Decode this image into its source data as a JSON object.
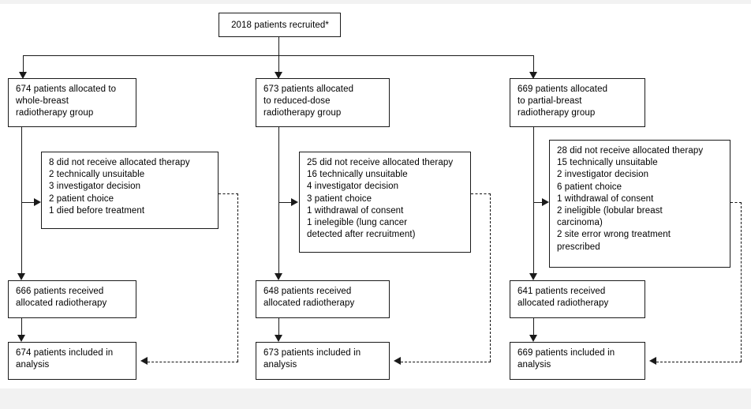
{
  "diagram": {
    "type": "consort-flow",
    "title": "CONSORT trial profile",
    "colors": {
      "line": "#1a1a1a",
      "box_border": "#1a1a1a",
      "background": "#ffffff",
      "page": "#f2f2f2"
    },
    "enrollment": {
      "recruited_box": "2018 patients recruited*"
    },
    "arms": [
      {
        "id": "whole-breast",
        "allocated": "674 patients allocated to\n   whole-breast\n   radiotherapy group",
        "exclusions": "8 did not receive allocated therapy\n   2 technically unsuitable\n   3 investigator decision\n   2 patient choice\n   1 died before treatment",
        "received": "666 patients received\n        allocated radiotherapy",
        "analysed": "674 patients included in\n       analysis"
      },
      {
        "id": "reduced-dose",
        "allocated": "673 patients allocated\n     to reduced-dose\n     radiotherapy group",
        "exclusions": "25 did not receive allocated therapy\n   16 technically unsuitable\n     4 investigator decision\n     3 patient choice\n     1 withdrawal of consent\n     1 inelegible (lung cancer\n     detected after recruitment)",
        "received": "648 patients received\n        allocated radiotherapy",
        "analysed": "673 patients included in\n       analysis"
      },
      {
        "id": "partial-breast",
        "allocated": "669 patients allocated\n     to partial-breast\n     radiotherapy group",
        "exclusions": "28 did not receive allocated therapy\n   15 technically unsuitable\n     2 investigator decision\n     6 patient choice\n     1 withdrawal of consent\n     2 ineligible (lobular breast\n     carcinoma)\n     2 site error wrong treatment\n     prescribed",
        "received": "641 patients received\n        allocated radiotherapy",
        "analysed": "669 patients included in\n       analysis"
      }
    ],
    "connectors": {
      "solid_label": "allocation-flow",
      "dashed_label": "intention-to-treat-return"
    }
  }
}
